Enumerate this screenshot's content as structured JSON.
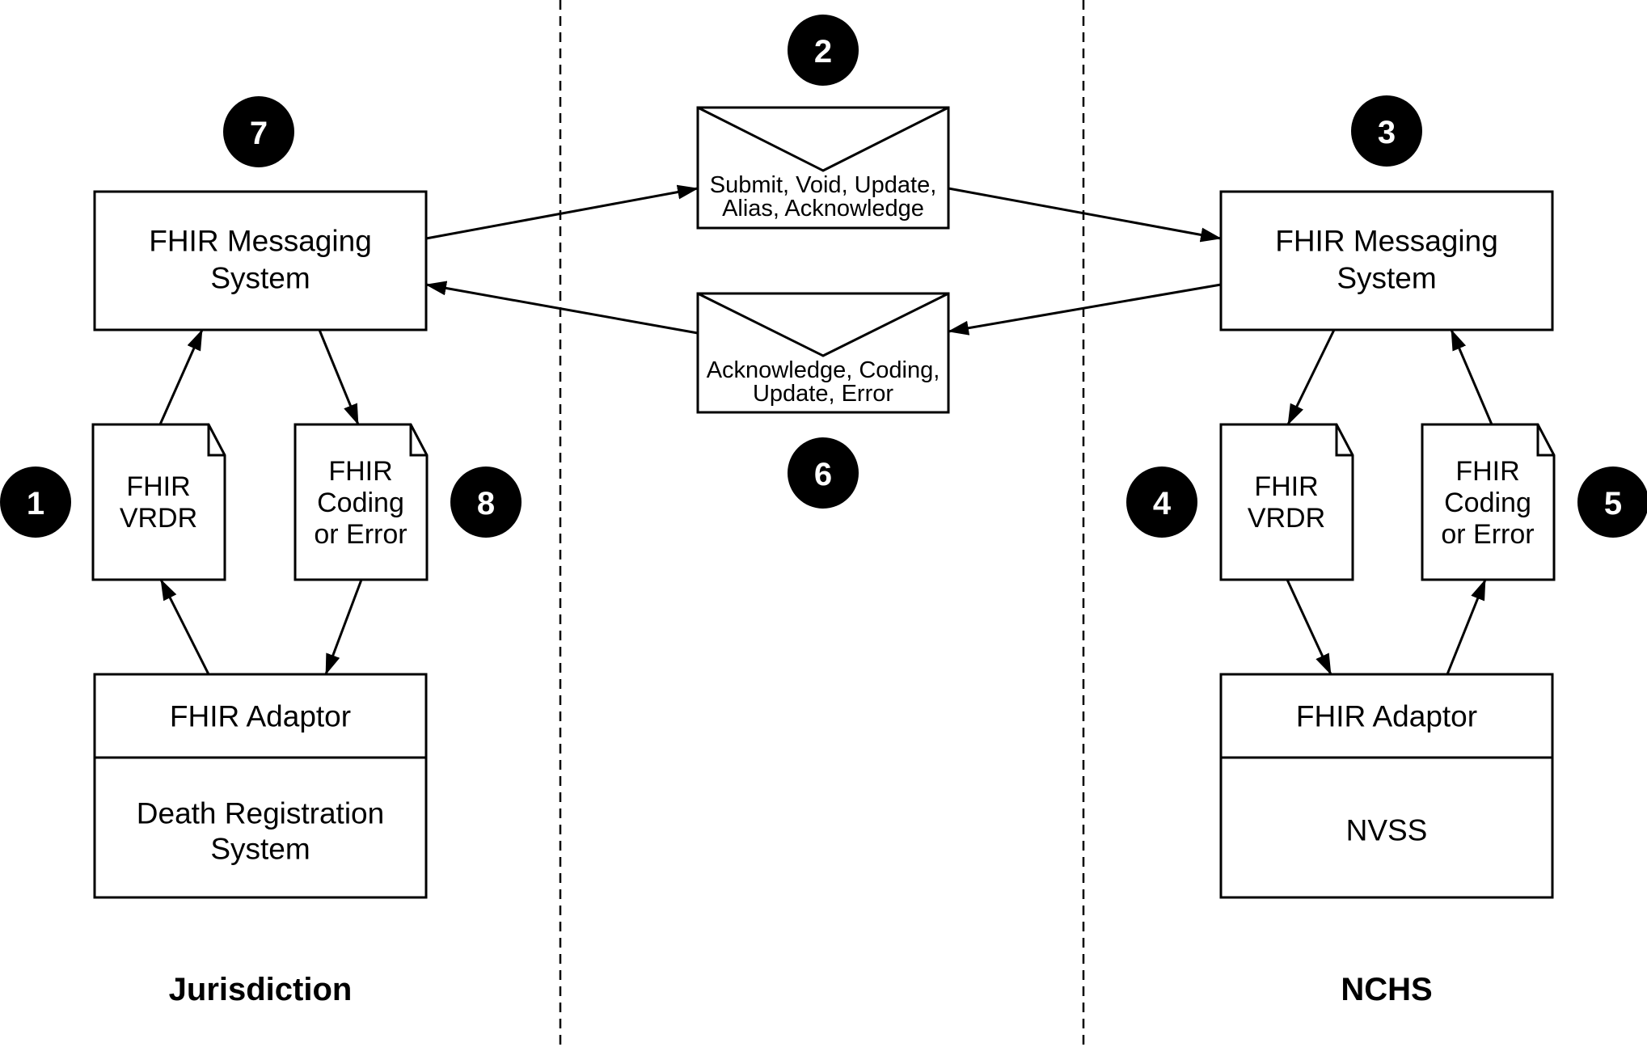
{
  "diagram": {
    "title_implicit": "FHIR death record messaging flow",
    "lanes": {
      "jurisdiction_label": "Jurisdiction",
      "nchs_label": "NCHS"
    },
    "nodes": {
      "jurisdiction_messaging": {
        "line1": "FHIR Messaging",
        "line2": "System"
      },
      "nchs_messaging": {
        "line1": "FHIR Messaging",
        "line2": "System"
      },
      "jurisdiction_vrdr_doc": {
        "line1": "FHIR",
        "line2": "VRDR"
      },
      "jurisdiction_coding_doc": {
        "line1": "FHIR",
        "line2": "Coding",
        "line3": "or Error"
      },
      "nchs_vrdr_doc": {
        "line1": "FHIR",
        "line2": "VRDR"
      },
      "nchs_coding_doc": {
        "line1": "FHIR",
        "line2": "Coding",
        "line3": "or Error"
      },
      "jurisdiction_adaptor": {
        "title": "FHIR Adaptor",
        "system_line1": "Death Registration",
        "system_line2": "System"
      },
      "nchs_adaptor": {
        "title": "FHIR Adaptor",
        "system_line1": "NVSS"
      }
    },
    "messages": {
      "request_envelope": {
        "line1": "Submit, Void, Update,",
        "line2": "Alias, Acknowledge"
      },
      "response_envelope": {
        "line1": "Acknowledge, Coding,",
        "line2": "Update, Error"
      }
    },
    "steps": {
      "step1": "1",
      "step2": "2",
      "step3": "3",
      "step4": "4",
      "step5": "5",
      "step6": "6",
      "step7": "7",
      "step8": "8"
    },
    "colors": {
      "background": "#ffffff",
      "stroke": "#000000",
      "shape_fill": "#ffffff",
      "step_badge_fill": "#000000",
      "step_number": "#ffffff"
    }
  }
}
